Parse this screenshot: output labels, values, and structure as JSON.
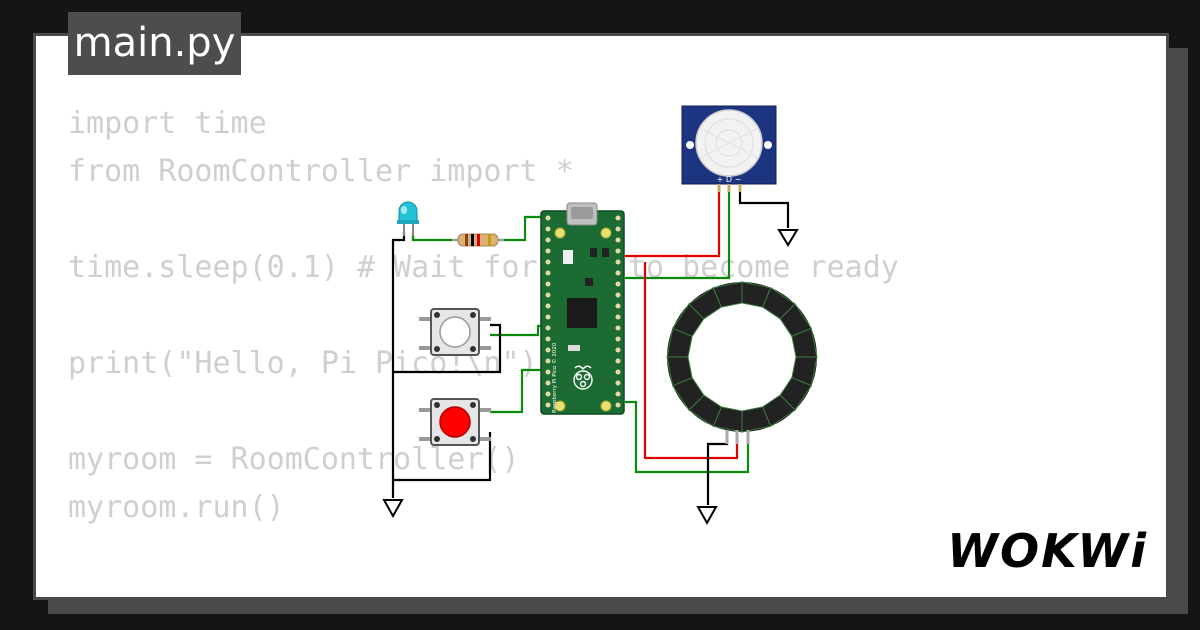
{
  "file_tab": {
    "label": "main.py"
  },
  "code_lines": [
    "import time",
    "from RoomController import *",
    "",
    "time.sleep(0.1) # Wait for USB to become ready",
    "",
    "print(\"Hello, Pi Pico!\\n\")",
    "",
    "myroom = RoomController()",
    "myroom.run()"
  ],
  "brand": {
    "logo": "WOKWi"
  },
  "components": {
    "led": {
      "color": "#22c3d6"
    },
    "button_top": {
      "cap_color": "#ffffff"
    },
    "button_bottom": {
      "cap_color": "#ff0000"
    },
    "pico": {
      "board_label": "Raspberry Pi Pico © 2020",
      "board_color": "#1b6b32"
    },
    "pir": {
      "pin_labels": "+ D −"
    },
    "ring": {
      "pixel_count": 16
    }
  },
  "colors": {
    "wire_green": "#0a8a0a",
    "wire_red": "#e00000",
    "wire_black": "#000000",
    "code_text": "#cfcfcf",
    "tab_bg": "#4d4d4d"
  }
}
